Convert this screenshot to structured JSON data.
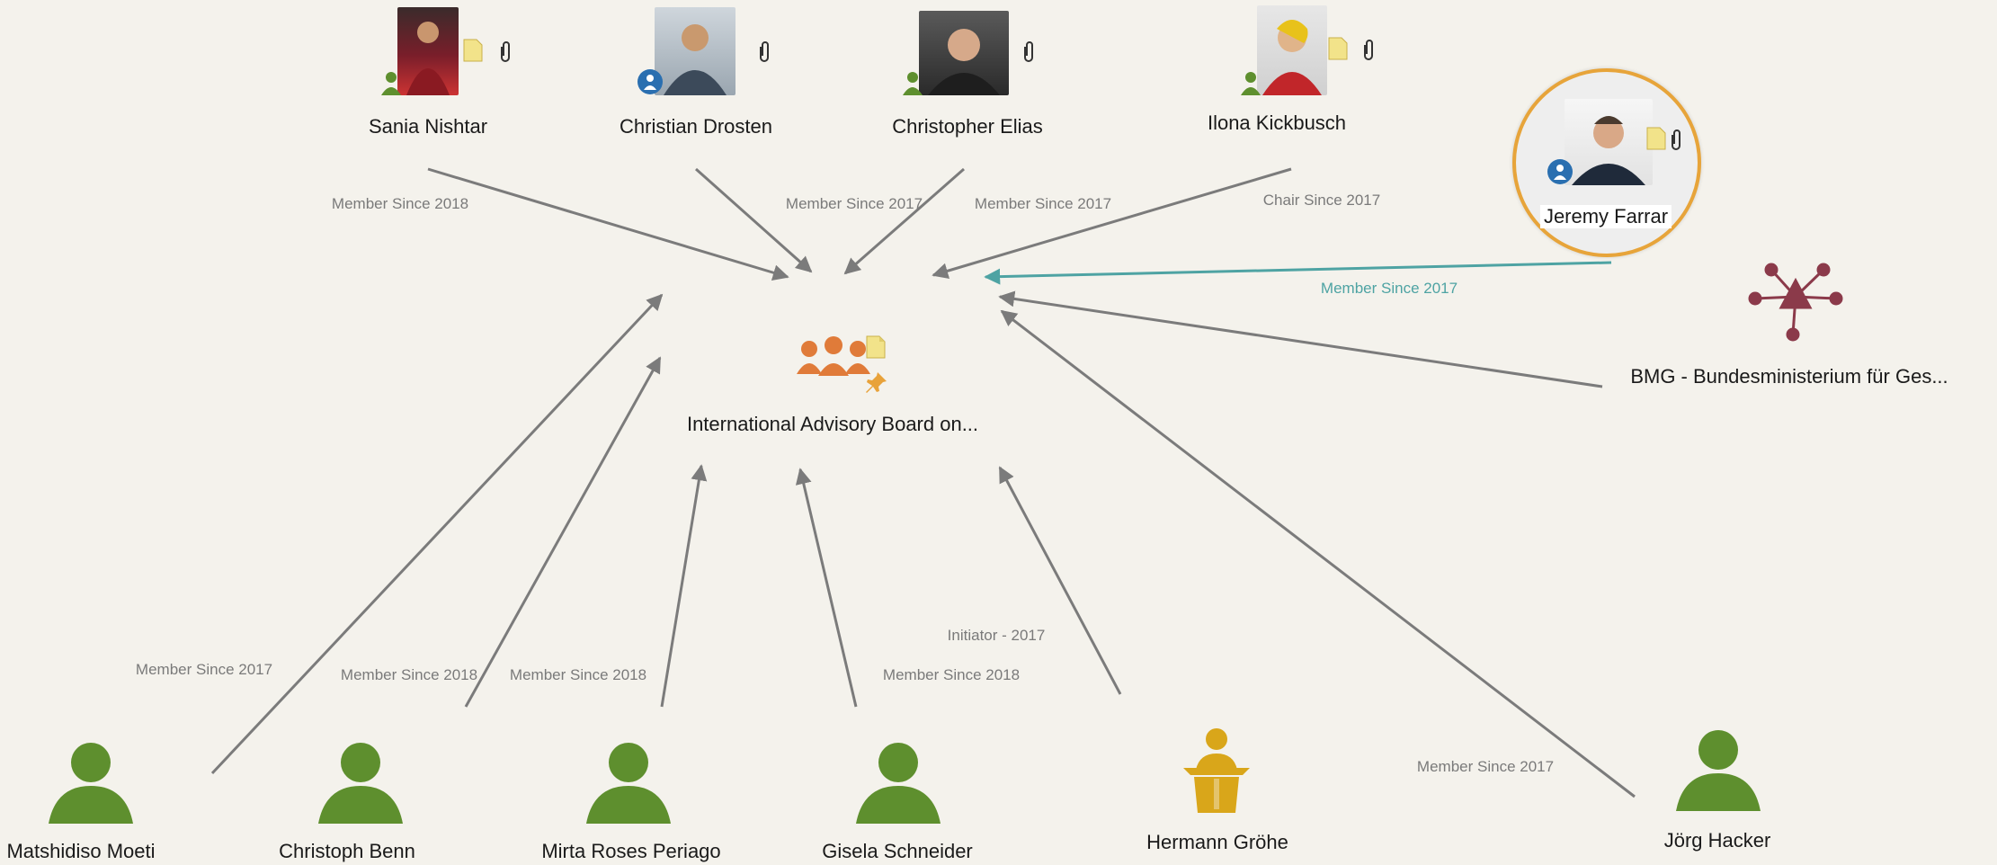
{
  "center": {
    "label": "International Advisory Board on...",
    "icon": "group-people-icon",
    "badges": [
      "note-icon",
      "pin-icon"
    ]
  },
  "people": [
    {
      "name": "Sania Nishtar",
      "type": "photo",
      "role_icon": "person-icon",
      "badges": [
        "note-icon",
        "paperclip-icon"
      ]
    },
    {
      "name": "Christian Drosten",
      "type": "photo",
      "role_icon": "organization-people-icon",
      "badges": [
        "paperclip-icon"
      ]
    },
    {
      "name": "Christopher Elias",
      "type": "photo",
      "role_icon": "person-icon",
      "badges": [
        "paperclip-icon"
      ]
    },
    {
      "name": "Ilona Kickbusch",
      "type": "photo",
      "role_icon": "person-icon",
      "badges": [
        "note-icon",
        "paperclip-icon"
      ]
    },
    {
      "name": "Jeremy Farrar",
      "type": "photo-selected",
      "role_icon": "organization-people-icon",
      "badges": [
        "note-icon",
        "paperclip-icon"
      ]
    },
    {
      "name": "BMG - Bundesministerium für Ges...",
      "type": "network",
      "icon": "network-hub-icon"
    },
    {
      "name": "Matshidiso Moeti",
      "type": "silhouette",
      "icon": "person-silhouette-icon"
    },
    {
      "name": "Christoph Benn",
      "type": "silhouette",
      "icon": "person-silhouette-icon"
    },
    {
      "name": "Mirta Roses Periago",
      "type": "silhouette",
      "icon": "person-silhouette-icon"
    },
    {
      "name": "Gisela Schneider",
      "type": "silhouette",
      "icon": "person-silhouette-icon"
    },
    {
      "name": "Hermann Gröhe",
      "type": "speaker",
      "icon": "speaker-podium-icon"
    },
    {
      "name": "Jörg Hacker",
      "type": "silhouette",
      "icon": "person-silhouette-icon"
    }
  ],
  "edges": [
    {
      "from": "Sania Nishtar",
      "label": "Member Since 2018"
    },
    {
      "from": "Christian Drosten",
      "label": "Member Since 2017"
    },
    {
      "from": "Christopher Elias",
      "label": "Member Since 2017"
    },
    {
      "from": "Ilona Kickbusch",
      "label": "Chair Since 2017"
    },
    {
      "from": "Jeremy Farrar",
      "label": "Member Since 2017",
      "highlighted": true
    },
    {
      "from": "BMG - Bundesministerium für Ges...",
      "label": ""
    },
    {
      "from": "Matshidiso Moeti",
      "label": "Member Since 2017"
    },
    {
      "from": "Christoph Benn",
      "label": "Member Since 2018"
    },
    {
      "from": "Mirta Roses Periago",
      "label": "Member Since 2018"
    },
    {
      "from": "Gisela Schneider",
      "label": "Member Since 2018"
    },
    {
      "from": "Hermann Gröhe",
      "label": "Initiator - 2017"
    },
    {
      "from": "Jörg Hacker",
      "label": "Member Since 2017"
    }
  ],
  "colors": {
    "edge": "#7b7b7b",
    "edge_highlight": "#4ea3a3",
    "person_green": "#5e8f2e",
    "speaker_gold": "#d9a61a",
    "group_orange": "#e07b39",
    "network_red": "#8b3a4a",
    "selected_ring": "#e7a43a",
    "org_blue": "#2a6fb0"
  }
}
